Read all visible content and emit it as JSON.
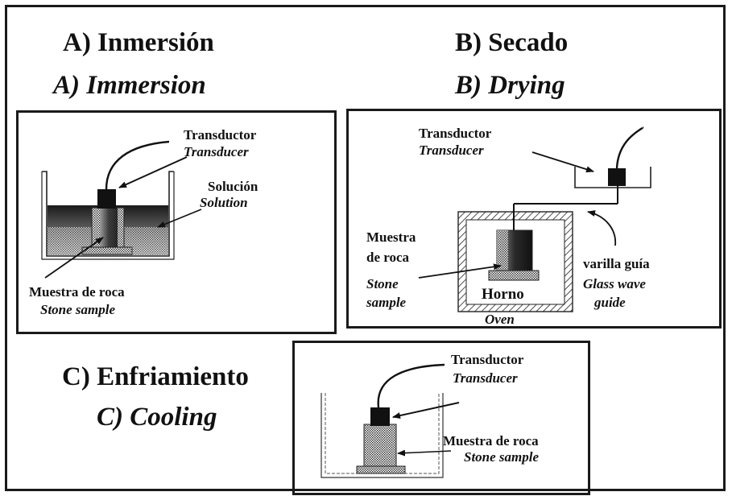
{
  "headings": {
    "immersion_es": "A) Inmersión",
    "immersion_en": "A) Immersion",
    "drying_es": "B) Secado",
    "drying_en": "B) Drying",
    "cooling_es": "C) Enfriamiento",
    "cooling_en": "C) Cooling"
  },
  "panel_a": {
    "transducer_es": "Transductor",
    "transducer_en": "Transducer",
    "solution_es": "Solución",
    "solution_en": "Solution",
    "sample_es": "Muestra de roca",
    "sample_en": "Stone sample"
  },
  "panel_b": {
    "transducer_es": "Transductor",
    "transducer_en": "Transducer",
    "sample_es_1": "Muestra",
    "sample_es_2": "de roca",
    "sample_en_1": "Stone",
    "sample_en_2": "sample",
    "oven_es": "Horno",
    "oven_en": "Oven",
    "guide_es": "varilla guía",
    "guide_en_1": "Glass wave",
    "guide_en_2": "guide"
  },
  "panel_c": {
    "transducer_es": "Transductor",
    "transducer_en": "Transducer",
    "sample_es": "Muestra de roca",
    "sample_en": "Stone sample"
  }
}
